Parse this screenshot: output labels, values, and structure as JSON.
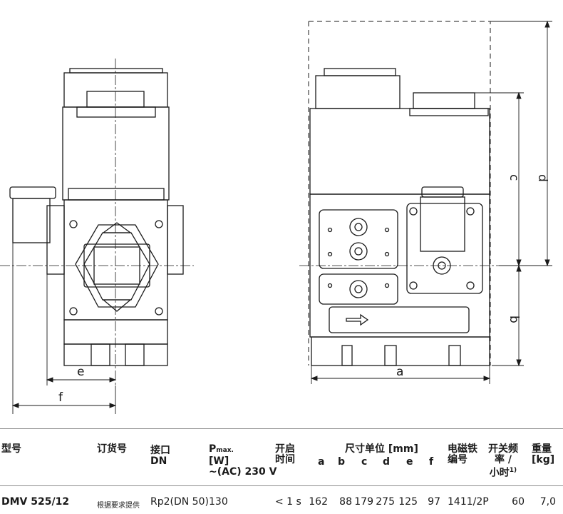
{
  "drawing": {
    "dimension_labels": {
      "a": "a",
      "b": "b",
      "c": "c",
      "d": "d",
      "e": "e",
      "f": "f"
    }
  },
  "table": {
    "headers": {
      "model": "型号",
      "order_no": "订货号",
      "connection_l1": "接口",
      "connection_l2": "DN",
      "power_p": "P",
      "power_sub": "max.",
      "power_l2": "[W]",
      "power_l3": "~(AC) 230 V",
      "opening_l1": "开启",
      "opening_l2": "时间",
      "dimensions_title": "尺寸单位 [mm]",
      "dim_a": "a",
      "dim_b": "b",
      "dim_c": "c",
      "dim_d": "d",
      "dim_e": "e",
      "dim_f": "f",
      "solenoid_l1": "电磁铁",
      "solenoid_l2": "编号",
      "switching_l1": "开关频",
      "switching_l2": "率 /",
      "switching_l3": "小时",
      "switching_sup": "1)",
      "weight_l1": "重量",
      "weight_l2": "[kg]"
    },
    "row": {
      "model": "DMV  525/12",
      "order_no": "根据要求提供",
      "connection": "Rp2(DN 50)",
      "power": "130",
      "opening": "< 1 s",
      "a": "162",
      "b": "88",
      "c": "179",
      "d": "275",
      "e": "125",
      "f": "97",
      "solenoid": "1411/2P",
      "switching": "60",
      "weight": "7,0"
    }
  }
}
